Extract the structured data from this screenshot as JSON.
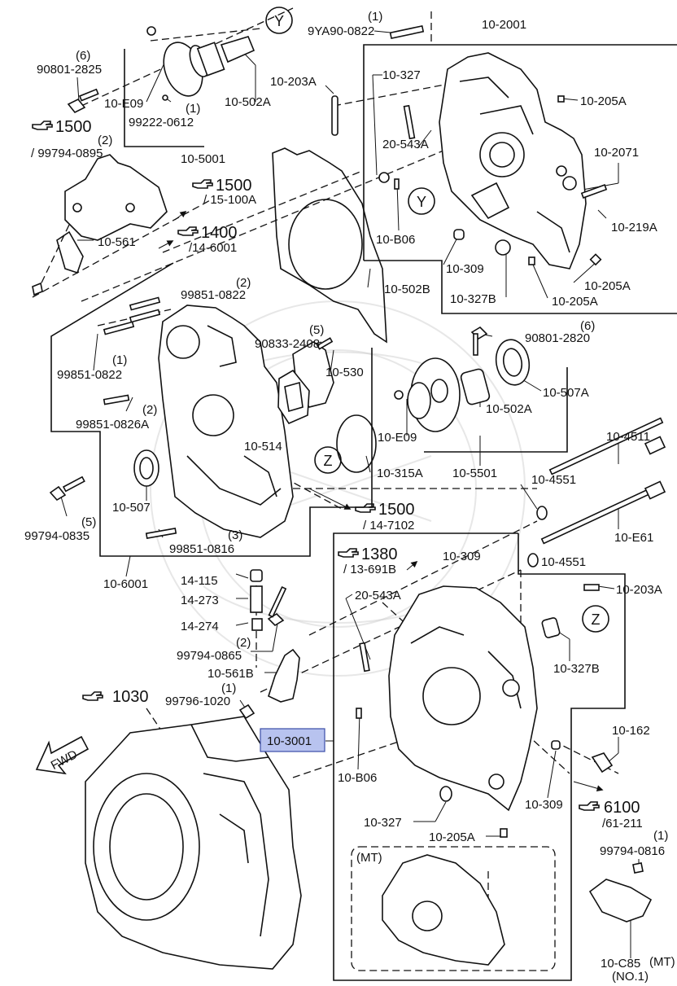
{
  "labels": {
    "l_9ya90_0822": "9YA90-0822",
    "l_9ya90_qty": "(1)",
    "l_10_2001": "10-2001",
    "l_90801_2825": "90801-2825",
    "l_90801_2825_qty": "(6)",
    "l_10_e09_top": "10-E09",
    "l_99222_0612": "99222-0612",
    "l_99222_qty": "(1)",
    "l_10_502a_top": "10-502A",
    "l_10_203a_top": "10-203A",
    "l_10_327_top": "10-327",
    "l_10_205a_r1": "10-205A",
    "l_20_543a_top": "20-543A",
    "l_10_5001": "10-5001",
    "l_99794_0895": "/ 99794-0895",
    "l_99794_0895_qty": "(2)",
    "l_10_2071": "10-2071",
    "l_15_100a": "/ 15-100A",
    "l_10_219a": "10-219A",
    "l_10_b06_top": "10-B06",
    "l_10_561": "10-561",
    "l_14_6001": "/14-6001",
    "l_10_309_top": "10-309",
    "l_10_205a_r2": "10-205A",
    "l_10_327b_top": "10-327B",
    "l_10_205a_r3": "10-205A",
    "l_10_502b": "10-502B",
    "l_99851_0822_a": "99851-0822",
    "l_99851_0822_a_qty": "(2)",
    "l_90833_2408": "90833-2408",
    "l_90833_qty": "(5)",
    "l_90801_2820": "90801-2820",
    "l_90801_2820_qty": "(6)",
    "l_99851_0822_b": "99851-0822",
    "l_99851_0822_b_qty": "(1)",
    "l_10_530": "10-530",
    "l_10_507a": "10-507A",
    "l_99851_0826a": "99851-0826A",
    "l_99851_0826a_qty": "(2)",
    "l_10_502a_mid": "10-502A",
    "l_10_514": "10-514",
    "l_10_e09_mid": "10-E09",
    "l_10_4511": "10-4511",
    "l_10_315a": "10-315A",
    "l_10_5501": "10-5501",
    "l_10_4551_a": "10-4551",
    "l_10_507": "10-507",
    "l_14_7102": "/ 14-7102",
    "l_10_e61": "10-E61",
    "l_99794_0835": "99794-0835",
    "l_99794_0835_qty": "(5)",
    "l_99851_0816": "99851-0816",
    "l_99851_0816_qty": "(3)",
    "l_13_691b": "/ 13-691B",
    "l_10_309_mid": "10-309",
    "l_10_4551_b": "10-4551",
    "l_10_6001": "10-6001",
    "l_14_115": "14-115",
    "l_20_543a_mid": "20-543A",
    "l_10_203a_mid": "10-203A",
    "l_14_273": "14-273",
    "l_14_274": "14-274",
    "l_99794_0865": "99794-0865",
    "l_99794_0865_qty": "(2)",
    "l_10_327b_mid": "10-327B",
    "l_10_561b": "10-561B",
    "l_99796_1020": "99796-1020",
    "l_99796_qty": "(1)",
    "l_10_3001": "10-3001",
    "l_10_162": "10-162",
    "l_10_b06_mid": "10-B06",
    "l_10_309_bot": "10-309",
    "l_61_211": "/61-211",
    "l_10_327_bot": "10-327",
    "l_10_205a_bot": "10-205A",
    "l_99794_0816": "99794-0816",
    "l_99794_0816_qty": "(1)",
    "l_mt_box": "(MT)",
    "l_10_c85": "10-C85",
    "l_10_c85_mt": "(MT)",
    "l_no1": "(NO.1)",
    "l_fwd": "FWD"
  },
  "refs": {
    "r1500_a": "1500",
    "r1500_b": "1500",
    "r1400": "1400",
    "r1500_c": "1500",
    "r1380": "1380",
    "r1030": "1030",
    "r6100": "6100"
  },
  "circles": {
    "y_top": "Y",
    "y_mid": "Y",
    "z_left": "Z",
    "z_right": "Z"
  },
  "highlighted_part": "10-3001",
  "colors": {
    "highlight_fill": "#b8c3ef",
    "highlight_stroke": "#3b4ea8",
    "line": "#111111"
  },
  "icons": {
    "reference": "pointing-hand-icon",
    "direction": "fwd-arrow-icon"
  }
}
